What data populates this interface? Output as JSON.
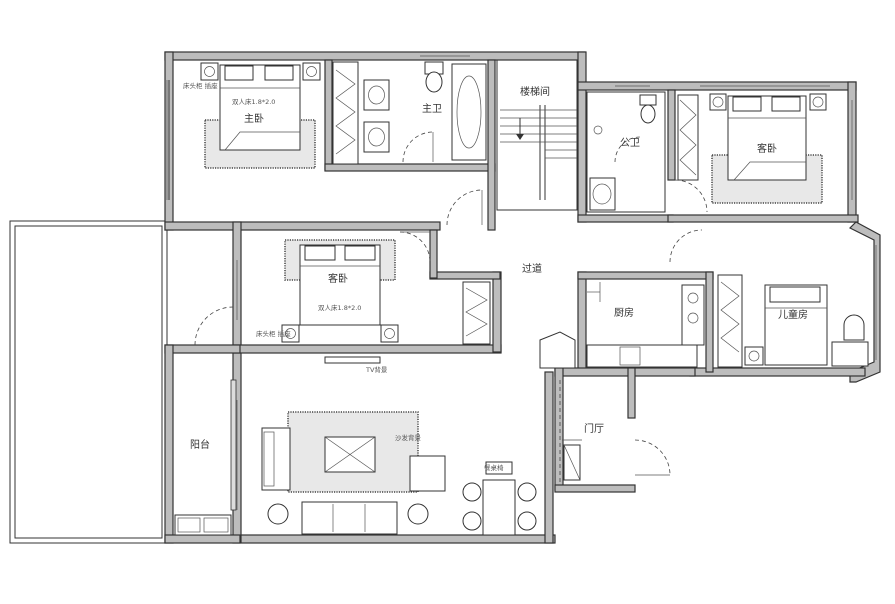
{
  "rooms": {
    "master_bedroom": "主卧",
    "master_bath": "主卫",
    "stair": "楼梯间",
    "bath2": "公卫",
    "bedroom_ne": "客卧",
    "bedroom_mid": "客卧",
    "hall": "过道",
    "kitchen": "厨房",
    "kids_room": "儿童房",
    "balcony": "阳台",
    "entrance": "门厅"
  },
  "notes": {
    "tv": "TV背景",
    "bed_note": "双人床1.8*2.0",
    "socket": "床头柜 插座",
    "sofa_note": "沙发背景",
    "dining": "餐桌椅"
  }
}
